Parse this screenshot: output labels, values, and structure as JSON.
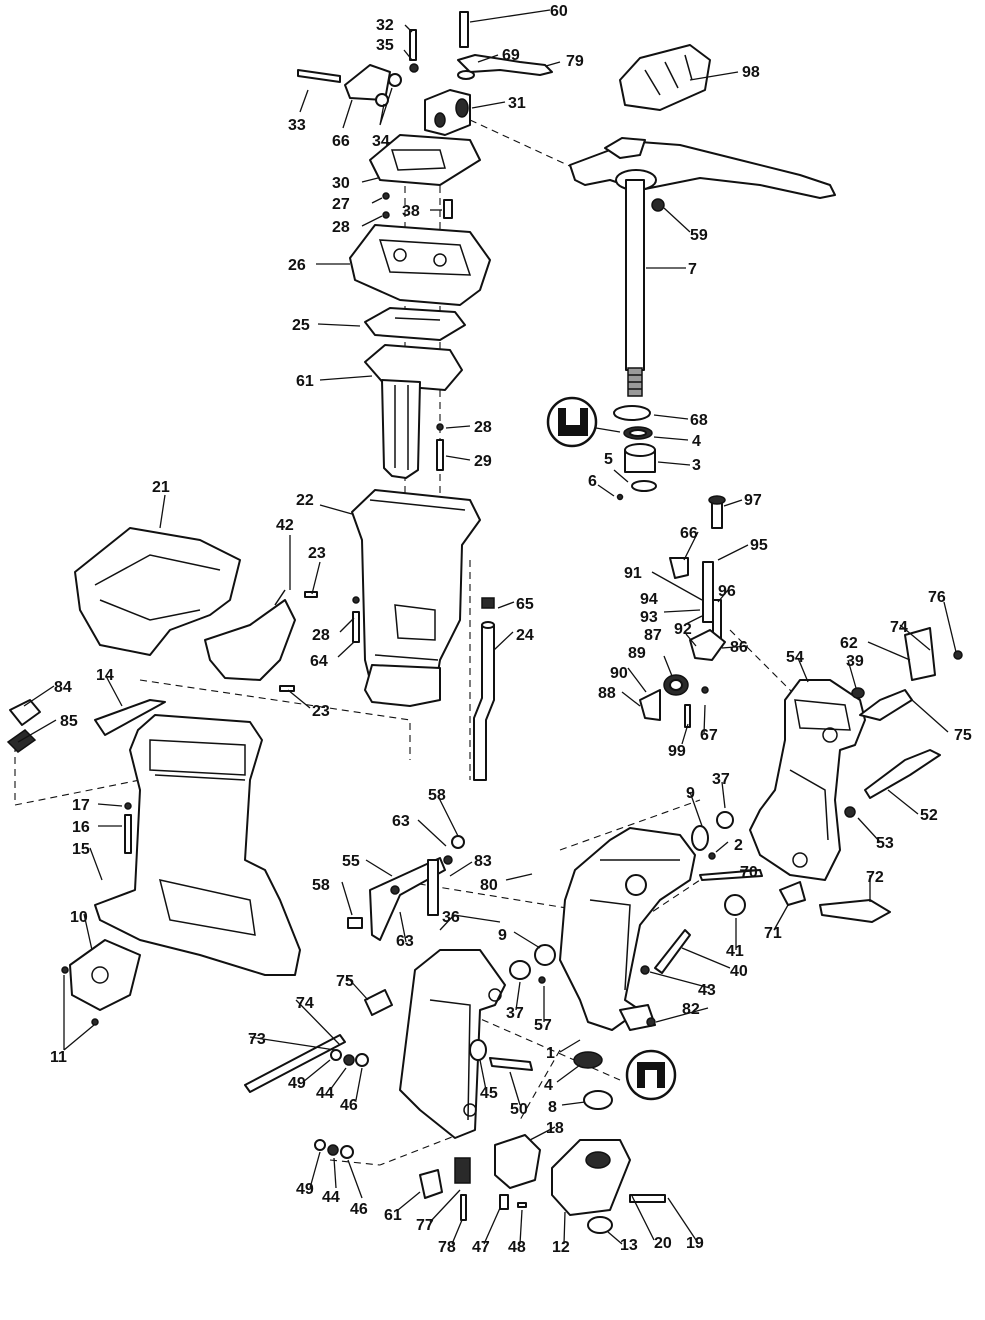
{
  "callouts": [
    {
      "id": "c60",
      "label": "60"
    },
    {
      "id": "c32",
      "label": "32"
    },
    {
      "id": "c35",
      "label": "35"
    },
    {
      "id": "c69",
      "label": "69"
    },
    {
      "id": "c79",
      "label": "79"
    },
    {
      "id": "c98",
      "label": "98"
    },
    {
      "id": "c33",
      "label": "33"
    },
    {
      "id": "c66a",
      "label": "66"
    },
    {
      "id": "c34",
      "label": "34"
    },
    {
      "id": "c31",
      "label": "31"
    },
    {
      "id": "c30",
      "label": "30"
    },
    {
      "id": "c27",
      "label": "27"
    },
    {
      "id": "c28a",
      "label": "28"
    },
    {
      "id": "c38",
      "label": "38"
    },
    {
      "id": "c59",
      "label": "59"
    },
    {
      "id": "c26",
      "label": "26"
    },
    {
      "id": "c7",
      "label": "7"
    },
    {
      "id": "c25",
      "label": "25"
    },
    {
      "id": "c61a",
      "label": "61"
    },
    {
      "id": "c68",
      "label": "68"
    },
    {
      "id": "c4a",
      "label": "4"
    },
    {
      "id": "c28b",
      "label": "28"
    },
    {
      "id": "c5",
      "label": "5"
    },
    {
      "id": "c3",
      "label": "3"
    },
    {
      "id": "c29",
      "label": "29"
    },
    {
      "id": "c6",
      "label": "6"
    },
    {
      "id": "c21",
      "label": "21"
    },
    {
      "id": "c22",
      "label": "22"
    },
    {
      "id": "c97",
      "label": "97"
    },
    {
      "id": "c42",
      "label": "42"
    },
    {
      "id": "c66b",
      "label": "66"
    },
    {
      "id": "c95",
      "label": "95"
    },
    {
      "id": "c23a",
      "label": "23"
    },
    {
      "id": "c91",
      "label": "91"
    },
    {
      "id": "c65",
      "label": "65"
    },
    {
      "id": "c96",
      "label": "96"
    },
    {
      "id": "c94",
      "label": "94"
    },
    {
      "id": "c76",
      "label": "76"
    },
    {
      "id": "c24",
      "label": "24"
    },
    {
      "id": "c93",
      "label": "93"
    },
    {
      "id": "c92",
      "label": "92"
    },
    {
      "id": "c74a",
      "label": "74"
    },
    {
      "id": "c28c",
      "label": "28"
    },
    {
      "id": "c87",
      "label": "87"
    },
    {
      "id": "c86",
      "label": "86"
    },
    {
      "id": "c62",
      "label": "62"
    },
    {
      "id": "c64",
      "label": "64"
    },
    {
      "id": "c89",
      "label": "89"
    },
    {
      "id": "c54",
      "label": "54"
    },
    {
      "id": "c39",
      "label": "39"
    },
    {
      "id": "c90",
      "label": "90"
    },
    {
      "id": "c84",
      "label": "84"
    },
    {
      "id": "c14",
      "label": "14"
    },
    {
      "id": "c23b",
      "label": "23"
    },
    {
      "id": "c88",
      "label": "88"
    },
    {
      "id": "c75a",
      "label": "75"
    },
    {
      "id": "c85",
      "label": "85"
    },
    {
      "id": "c99",
      "label": "99"
    },
    {
      "id": "c67",
      "label": "67"
    },
    {
      "id": "c37a",
      "label": "37"
    },
    {
      "id": "c58a",
      "label": "58"
    },
    {
      "id": "c9a",
      "label": "9"
    },
    {
      "id": "c52",
      "label": "52"
    },
    {
      "id": "c17",
      "label": "17"
    },
    {
      "id": "c16",
      "label": "16"
    },
    {
      "id": "c63a",
      "label": "63"
    },
    {
      "id": "c53",
      "label": "53"
    },
    {
      "id": "c2",
      "label": "2"
    },
    {
      "id": "c83",
      "label": "83"
    },
    {
      "id": "c15",
      "label": "15"
    },
    {
      "id": "c55",
      "label": "55"
    },
    {
      "id": "c70",
      "label": "70"
    },
    {
      "id": "c80",
      "label": "80"
    },
    {
      "id": "c72",
      "label": "72"
    },
    {
      "id": "c58b",
      "label": "58"
    },
    {
      "id": "c36",
      "label": "36"
    },
    {
      "id": "c10",
      "label": "10"
    },
    {
      "id": "c63b",
      "label": "63"
    },
    {
      "id": "c71",
      "label": "71"
    },
    {
      "id": "c41",
      "label": "41"
    },
    {
      "id": "c9b",
      "label": "9"
    },
    {
      "id": "c40",
      "label": "40"
    },
    {
      "id": "c75b",
      "label": "75"
    },
    {
      "id": "c43",
      "label": "43"
    },
    {
      "id": "c74b",
      "label": "74"
    },
    {
      "id": "c37b",
      "label": "37"
    },
    {
      "id": "c57",
      "label": "57"
    },
    {
      "id": "c82",
      "label": "82"
    },
    {
      "id": "c11",
      "label": "11"
    },
    {
      "id": "c73",
      "label": "73"
    },
    {
      "id": "c1",
      "label": "1"
    },
    {
      "id": "c4b",
      "label": "4"
    },
    {
      "id": "c49a",
      "label": "49"
    },
    {
      "id": "c44a",
      "label": "44"
    },
    {
      "id": "c45",
      "label": "45"
    },
    {
      "id": "c46a",
      "label": "46"
    },
    {
      "id": "c50",
      "label": "50"
    },
    {
      "id": "c8",
      "label": "8"
    },
    {
      "id": "c18",
      "label": "18"
    },
    {
      "id": "c49b",
      "label": "49"
    },
    {
      "id": "c44b",
      "label": "44"
    },
    {
      "id": "c46b",
      "label": "46"
    },
    {
      "id": "c61b",
      "label": "61"
    },
    {
      "id": "c77",
      "label": "77"
    },
    {
      "id": "c78",
      "label": "78"
    },
    {
      "id": "c47",
      "label": "47"
    },
    {
      "id": "c48",
      "label": "48"
    },
    {
      "id": "c12",
      "label": "12"
    },
    {
      "id": "c13",
      "label": "13"
    },
    {
      "id": "c20",
      "label": "20"
    },
    {
      "id": "c19",
      "label": "19"
    }
  ],
  "badges": [
    {
      "id": "badge-upper",
      "icon": "seal-lip-orientation-icon"
    },
    {
      "id": "badge-lower",
      "icon": "seal-lip-orientation-icon"
    }
  ]
}
